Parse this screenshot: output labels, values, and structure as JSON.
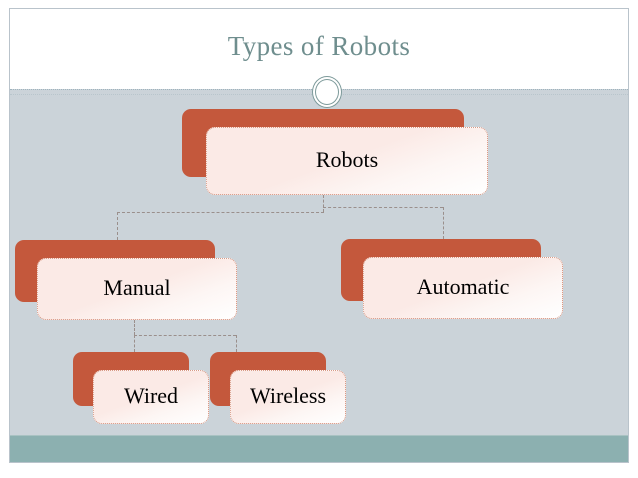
{
  "slide": {
    "title": "Types of Robots",
    "title_color": "#6f8e8e",
    "background_color": "#cbd3d9",
    "title_band_color": "#ffffff",
    "accent_bar_color": "#8cb0b0",
    "node_back_color": "#c4583c",
    "node_front_color": "#fbeae6",
    "connector_color": "#9a8f8c"
  },
  "diagram": {
    "type": "hierarchy",
    "root": "Robots",
    "nodes": [
      {
        "id": "robots",
        "label": "Robots",
        "level": 0,
        "parent": null
      },
      {
        "id": "manual",
        "label": "Manual",
        "level": 1,
        "parent": "robots"
      },
      {
        "id": "automatic",
        "label": "Automatic",
        "level": 1,
        "parent": "robots"
      },
      {
        "id": "wired",
        "label": "Wired",
        "level": 2,
        "parent": "manual"
      },
      {
        "id": "wireless",
        "label": "Wireless",
        "level": 2,
        "parent": "manual"
      }
    ],
    "edges": [
      {
        "from": "robots",
        "to": "manual"
      },
      {
        "from": "robots",
        "to": "automatic"
      },
      {
        "from": "manual",
        "to": "wired"
      },
      {
        "from": "manual",
        "to": "wireless"
      }
    ]
  }
}
